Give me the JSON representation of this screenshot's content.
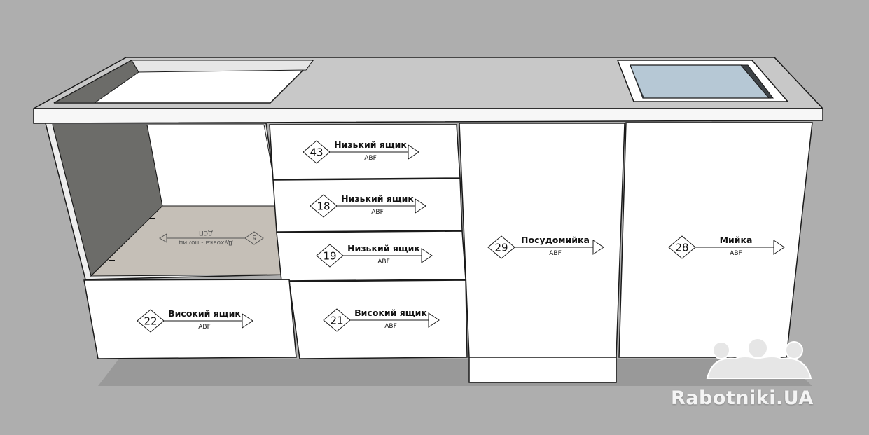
{
  "colors": {
    "background": "#aeaeae",
    "shadow": "#999999",
    "white_panel": "#ffffff",
    "outline": "#1a1a1a",
    "inner_wall": "#6c6c69",
    "oven_floor": "#c5bfb7",
    "sink_water": "#b6c8d5",
    "countertop_top": "#c8c8c8"
  },
  "fronts": [
    {
      "id": "front-43",
      "number": "43",
      "name": "Низький ящик",
      "material": "ABF"
    },
    {
      "id": "front-18",
      "number": "18",
      "name": "Низький ящик",
      "material": "ABF"
    },
    {
      "id": "front-19",
      "number": "19",
      "name": "Низький ящик",
      "material": "ABF"
    },
    {
      "id": "front-21",
      "number": "21",
      "name": "Високий ящик",
      "material": "ABF"
    },
    {
      "id": "front-22",
      "number": "22",
      "name": "Високий ящик",
      "material": "ABF"
    },
    {
      "id": "front-29",
      "number": "29",
      "name": "Посудомийка",
      "material": "ABF"
    },
    {
      "id": "front-28",
      "number": "28",
      "name": "Мийка",
      "material": "ABF"
    }
  ],
  "inner_label": {
    "number": "5",
    "text_line1": "Духовка - полиц",
    "text_line2": "ДСП"
  },
  "watermark": {
    "text": "Rabotniki.UA"
  }
}
